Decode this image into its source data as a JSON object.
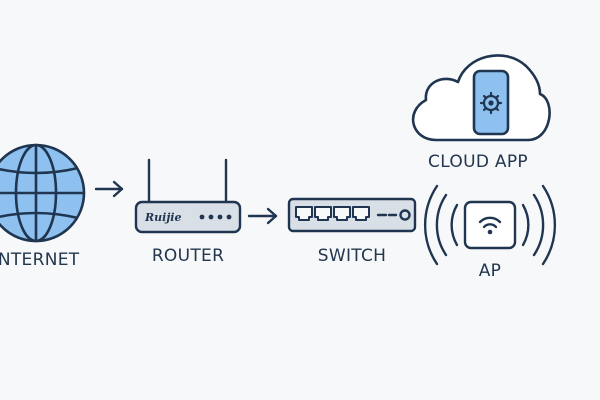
{
  "diagram": {
    "nodes": {
      "internet": {
        "label": "INTERNET"
      },
      "router": {
        "label": "ROUTER",
        "brand": "Ruijie"
      },
      "switch": {
        "label": "SWITCH"
      },
      "cloud_app": {
        "label": "CLOUD APP"
      },
      "ap": {
        "label": "AP"
      }
    },
    "icons": {
      "internet": "globe-icon",
      "router": "router-icon",
      "switch": "switch-icon",
      "cloud_app": "cloud-phone-icon",
      "ap": "wifi-access-point-icon",
      "arrow": "arrow-right-icon"
    },
    "colors": {
      "stroke": "#1f3550",
      "fill_blue": "#8fc1f0",
      "fill_device": "#d9dfe6",
      "background": "#f7f8f9"
    }
  }
}
